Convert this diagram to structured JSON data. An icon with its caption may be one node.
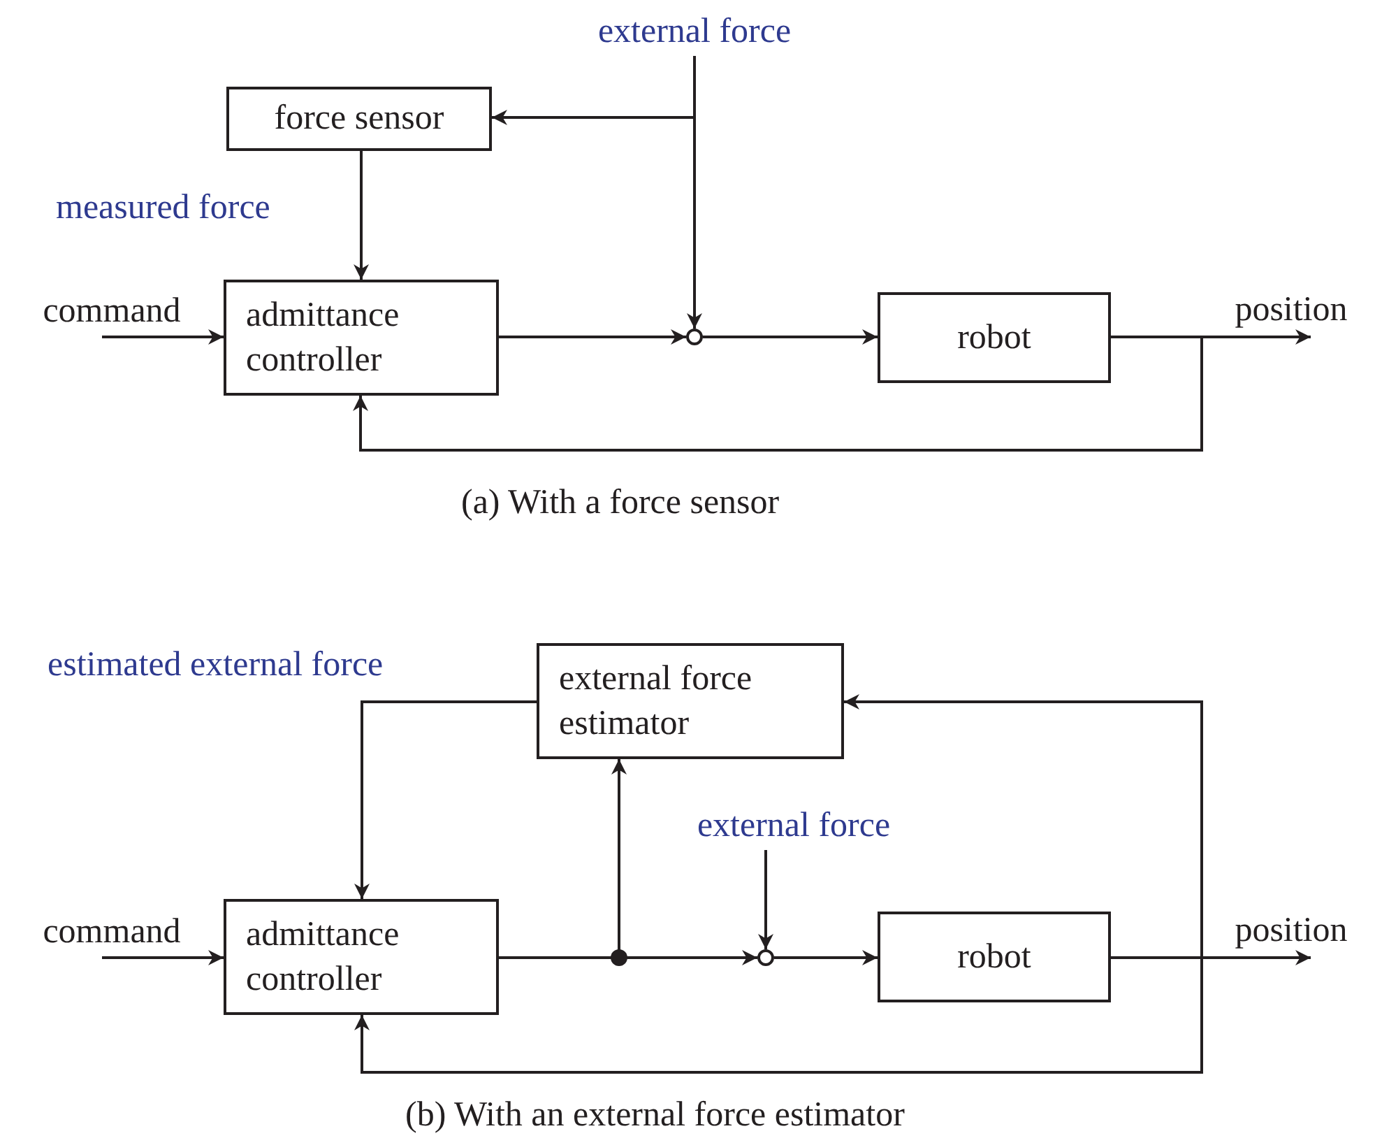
{
  "diagram": {
    "nodes": [
      {
        "text": [
          "external force"
        ]
      },
      {
        "text": [
          "force sensor"
        ]
      },
      {
        "text": [
          "admittance controller"
        ]
      },
      {
        "text": [],
        "shape": "circle"
      },
      {
        "text": [
          "robot"
        ]
      },
      {
        "text": [
          "external force estimator"
        ]
      },
      {
        "text": [
          "admittance controller"
        ]
      },
      {
        "text": [],
        "shape": "circle"
      },
      {
        "text": [
          "robot"
        ]
      },
      {
        "text": [
          "external force"
        ]
      },
      {
        "text": [
          "command"
        ]
      },
      {
        "text": [
          "position"
        ]
      },
      {
        "text": [
          "command"
        ]
      },
      {
        "text": [
          "position"
        ]
      }
    ],
    "edges": [
      {
        "from": 0,
        "to": 3,
        "arrow": "to"
      },
      {
        "from": 0,
        "to": 1,
        "arrow": "to"
      },
      {
        "from": 1,
        "to": 2,
        "arrow": "to",
        "label": "measured force"
      },
      {
        "from": 10,
        "to": 2,
        "arrow": "to"
      },
      {
        "from": 2,
        "to": 3,
        "arrow": "to"
      },
      {
        "from": 3,
        "to": 4,
        "arrow": "to"
      },
      {
        "from": 4,
        "to": 11,
        "arrow": "to"
      },
      {
        "from": 4,
        "to": 2,
        "arrow": "to"
      },
      {
        "from": 5,
        "to": 6,
        "arrow": "to",
        "label": "estimated external force"
      },
      {
        "from": 6,
        "to": 5,
        "arrow": "to"
      },
      {
        "from": 6,
        "to": 7,
        "arrow": "to"
      },
      {
        "from": 7,
        "to": 8,
        "arrow": "to"
      },
      {
        "from": 9,
        "to": 7,
        "arrow": "to"
      },
      {
        "from": 12,
        "to": 6,
        "arrow": "to"
      },
      {
        "from": 8,
        "to": 13,
        "arrow": "to"
      },
      {
        "from": 8,
        "to": 6,
        "arrow": "to"
      },
      {
        "from": 8,
        "to": 5,
        "arrow": "to"
      }
    ],
    "labels": [
      "(a) With a force sensor",
      "(b) With an external force estimator"
    ]
  }
}
